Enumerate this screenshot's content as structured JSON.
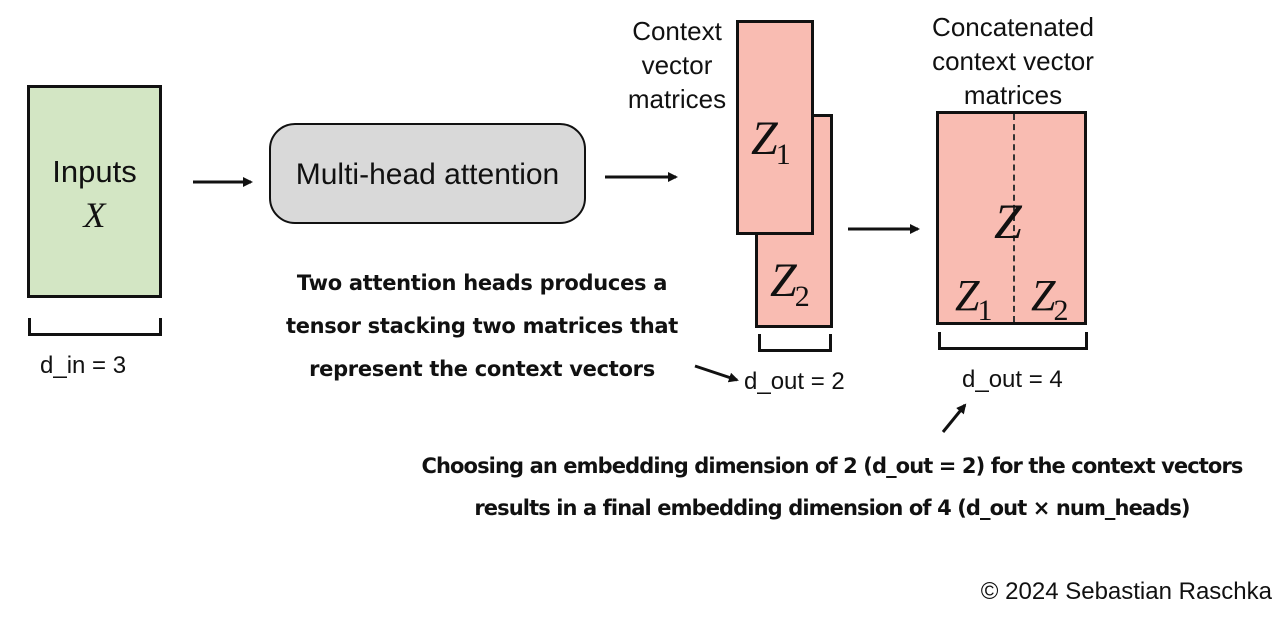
{
  "inputs": {
    "label": "Inputs",
    "symbol": "X",
    "dim_label": "d_in = 3",
    "fill_color": "#d3e6c4"
  },
  "attention_block": {
    "label": "Multi-head attention",
    "fill_color": "#d9d9d9"
  },
  "context_matrices": {
    "title_lines": [
      "Context",
      "vector",
      "matrices"
    ],
    "z1": {
      "base": "Z",
      "sub": "1"
    },
    "z2": {
      "base": "Z",
      "sub": "2"
    },
    "dim_label": "d_out = 2",
    "fill_color": "#f9bcb2"
  },
  "concatenated": {
    "title_lines": [
      "Concatenated",
      "context vector",
      "matrices"
    ],
    "z": "Z",
    "z1": {
      "base": "Z",
      "sub": "1"
    },
    "z2": {
      "base": "Z",
      "sub": "2"
    },
    "dim_label": "d_out = 4",
    "fill_color": "#f9bcb2"
  },
  "annotations": {
    "heads_note_lines": [
      "Two attention heads produces a",
      "tensor stacking two matrices that",
      "represent the context vectors"
    ],
    "embedding_note_lines": [
      "Choosing an embedding dimension of 2 (d_out = 2) for the context vectors",
      "results in a final embedding dimension of 4 (d_out × num_heads)"
    ]
  },
  "copyright": "© 2024 Sebastian Raschka"
}
